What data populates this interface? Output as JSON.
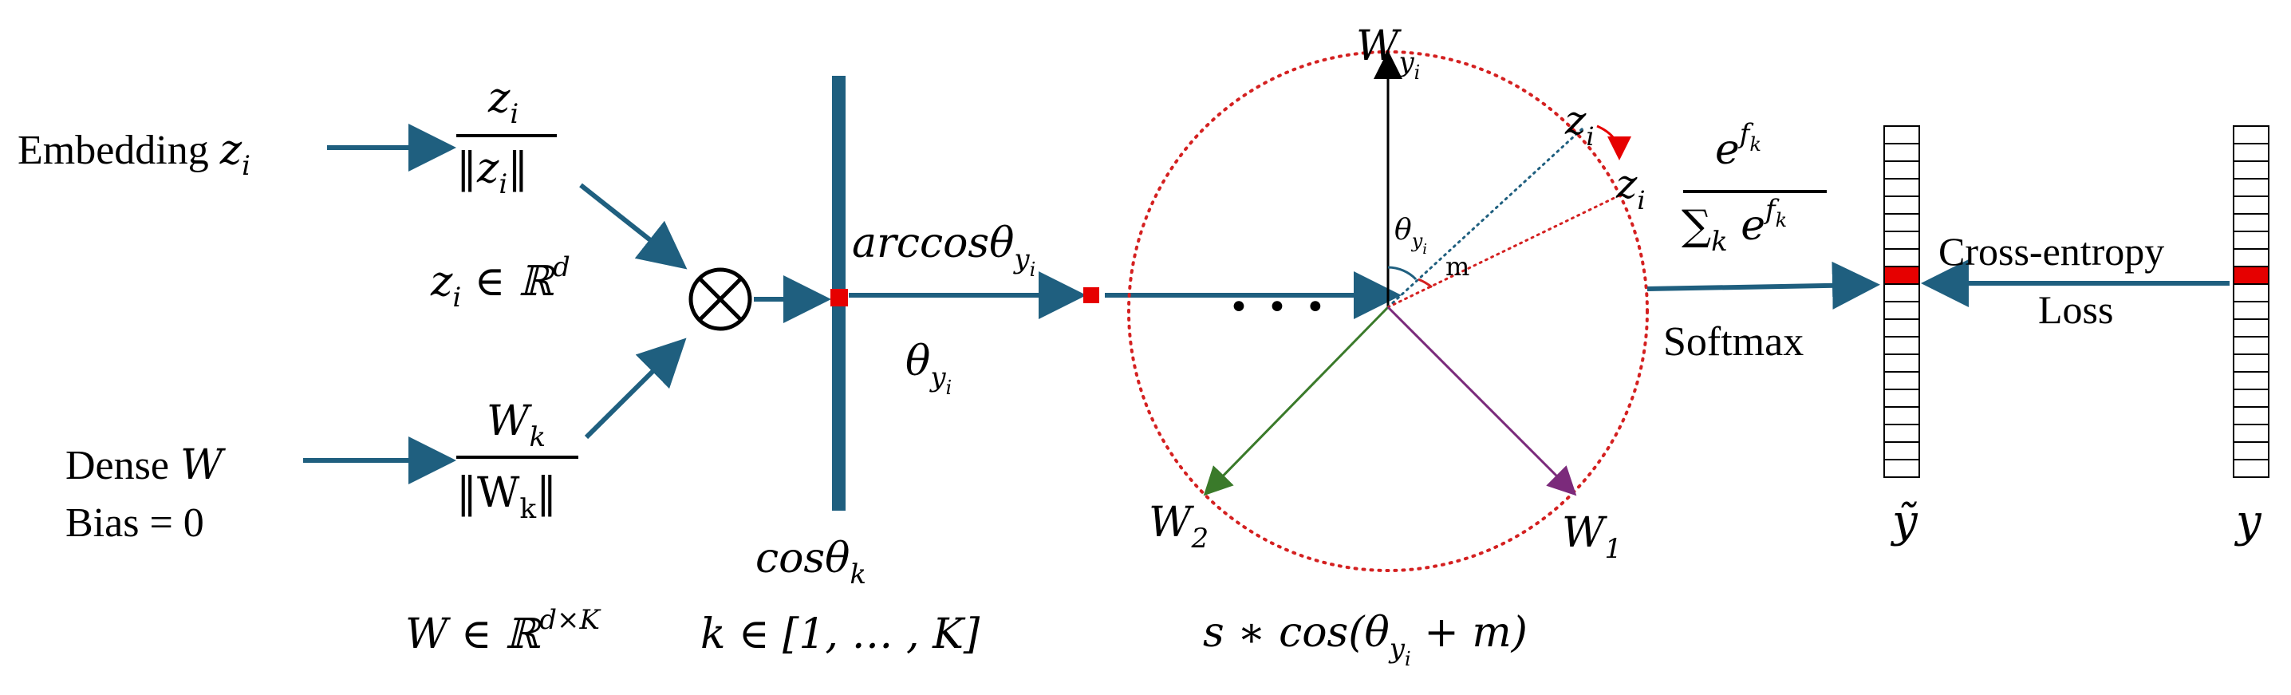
{
  "left": {
    "embedding_label": "Embedding",
    "embedding_var": "z",
    "embedding_sub": "i",
    "dense_label": "Dense",
    "dense_var": "W",
    "bias_label": "Bias = 0"
  },
  "norms": {
    "z_num": "z",
    "z_num_sub": "i",
    "z_den_open": "‖",
    "z_den_var": "z",
    "z_den_sub": "i",
    "z_den_close": "‖",
    "z_space_var": "z",
    "z_space_sub": "i",
    "z_space_rel": " ∈ ℝ",
    "z_space_sup": "d",
    "w_num": "W",
    "w_num_sub": "k",
    "w_den": "‖W",
    "w_den_sub": "k",
    "w_den_close": "‖",
    "w_space_var": "W",
    "w_space_rel": " ∈ ℝ",
    "w_space_sup": "d×K"
  },
  "operator": {
    "symbol": "⊗"
  },
  "bar": {
    "bottom_text": "cosθ",
    "bottom_sub": "k",
    "range_text": "k ∈ [1, … , K]",
    "arrow_label": "arccosθ",
    "arrow_label_sub": "y",
    "arrow_label_subsub": "i",
    "theta_label": "θ",
    "theta_sub": "y",
    "theta_subsub": "i"
  },
  "circle": {
    "dots": "• • •",
    "top_label": "W",
    "top_label_sub": "y",
    "top_label_subsub": "i",
    "z1_label": "z",
    "z1_sub": "i",
    "z2_label": "z",
    "z2_sub": "i",
    "theta_label": "θ",
    "theta_sub": "y",
    "theta_subsub": "i",
    "m_label": "m",
    "w2_label": "W",
    "w2_sub": "2",
    "w1_label": "W",
    "w1_sub": "1",
    "formula_pre": "s ∗ cos(θ",
    "formula_sub": "y",
    "formula_subsub": "i",
    "formula_post": " + m)"
  },
  "softmax": {
    "num_base": "e",
    "num_sup": "f",
    "num_supsub": "k",
    "den_sum": "∑",
    "den_sub": "k",
    "den_base": " e",
    "den_sup": "f",
    "den_supsub": "k",
    "label": "Softmax"
  },
  "loss": {
    "label_line1": "Cross-entropy",
    "label_line2": "Loss"
  },
  "outputs": {
    "pred_label": "ỹ",
    "target_label": "y",
    "cell_count": 20,
    "highlight_index": 8
  },
  "colors": {
    "arrow": "#1f5f7f",
    "bar": "#1f5f7f",
    "highlight": "#e60000",
    "circle": "#d42020",
    "w1": "#7b2a7b",
    "w2": "#3a7a2a",
    "vector": "#000000"
  }
}
